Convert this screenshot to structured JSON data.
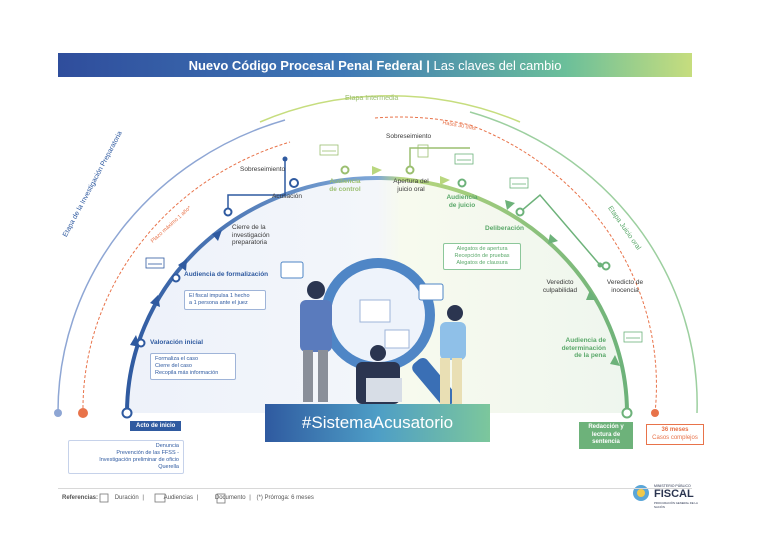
{
  "header": {
    "title": "Nuevo Código Procesal Penal Federal",
    "separator": "|",
    "subtitle": "Las claves del cambio"
  },
  "arcs": {
    "outer_left": "Etapa de la Investigación Preparatoria",
    "outer_top": "Etapa Intermedia",
    "outer_right": "Etapa Juicio oral",
    "plazo": "Plazo máximo 1 año*",
    "hasta": "Hasta 30 días"
  },
  "stages": {
    "acto_inicio": "Acto de inicio",
    "valoracion": "Valoración inicial",
    "audiencia_formalizacion": "Audiencia de formalización",
    "cierre": "Cierre de la investigación preparatoria",
    "sobreseimiento_1": "Sobreseimiento",
    "acusacion": "Acusación",
    "sobreseimiento_2": "Sobreseimiento",
    "audiencia_control": "Audiencia de control",
    "apertura": "Apertura del juicio oral",
    "audiencia_juicio": "Audiencia de juicio",
    "deliberacion": "Deliberación",
    "veredicto_culpabilidad": "Veredicto culpabilidad",
    "veredicto_inocencia": "Veredicto de inocencia",
    "audiencia_pena": "Audiencia de determinación de la pena",
    "redaccion": "Redacción y lectura de sentencia"
  },
  "boxes": {
    "valoracion_items": [
      "Formaliza el caso",
      "Cierre del caso",
      "Recopila más información"
    ],
    "formalizacion_text": [
      "El fiscal impulsa 1 hecho",
      "a 1 persona ante el juez"
    ],
    "deliberacion_items": [
      "Alegatos de apertura",
      "Recepción de pruebas",
      "Alegatos de clausura"
    ],
    "inicio_items": [
      "Denuncia",
      "Prevención de las FFSS -",
      "Investigación preliminar de oficio",
      "Querella"
    ],
    "duracion": [
      "36 meses",
      "Casos complejos"
    ]
  },
  "hashtag": "#SistemaAcusatorio",
  "references": {
    "label": "Referencias:",
    "duracion": "Duración",
    "audiencias": "Audiencias",
    "documento": "Documento",
    "prorroga": "(*) Prórroga: 6 meses"
  },
  "logo": {
    "line1": "MINISTERIO PÚBLICO",
    "line2": "FISCAL",
    "line3": "PROCURACIÓN GENERAL DE LA NACIÓN"
  },
  "colors": {
    "blue": "#2f5aa0",
    "green": "#6db27a",
    "orange": "#e8734a",
    "lime": "#c6dd7e"
  }
}
